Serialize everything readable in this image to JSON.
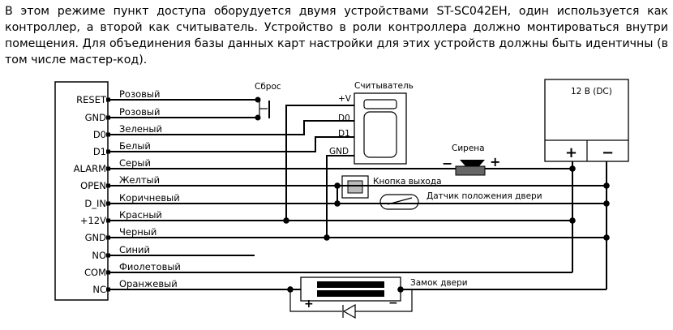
{
  "description": "В этом режиме пункт доступа оборудуется двумя устройствами ST-SC042EH, один используется как контроллер, а второй как считыватель. Устройство в роли контроллера должно монтироваться внутри помещения. Для объединения базы данных карт настройки для этих устройств должны быть идентичны (в том числе мастер-код).",
  "terminals": [
    {
      "pin": "RESET",
      "wire": "Розовый"
    },
    {
      "pin": "GND",
      "wire": "Розовый"
    },
    {
      "pin": "D0",
      "wire": "Зеленый"
    },
    {
      "pin": "D1",
      "wire": "Белый"
    },
    {
      "pin": "ALARM",
      "wire": "Серый"
    },
    {
      "pin": "OPEN",
      "wire": "Желтый"
    },
    {
      "pin": "D_IN",
      "wire": "Коричневый"
    },
    {
      "pin": "+12V",
      "wire": "Красный"
    },
    {
      "pin": "GND",
      "wire": "Черный"
    },
    {
      "pin": "NO",
      "wire": "Синий"
    },
    {
      "pin": "COM",
      "wire": "Фиолетовый"
    },
    {
      "pin": "NC",
      "wire": "Оранжевый"
    }
  ],
  "reset": {
    "label": "Сброс"
  },
  "reader": {
    "label": "Считыватель",
    "pins": [
      "+V",
      "D0",
      "D1",
      "GND"
    ]
  },
  "power": {
    "label": "12 В (DC)",
    "plus": "+",
    "minus": "−"
  },
  "siren": {
    "label": "Сирена",
    "minus": "−",
    "plus": "+"
  },
  "exit_button": {
    "label": "Кнопка выхода"
  },
  "door_sensor": {
    "label": "Датчик положения двери"
  },
  "lock": {
    "label": "Замок двери",
    "plus": "+",
    "minus": "−"
  }
}
